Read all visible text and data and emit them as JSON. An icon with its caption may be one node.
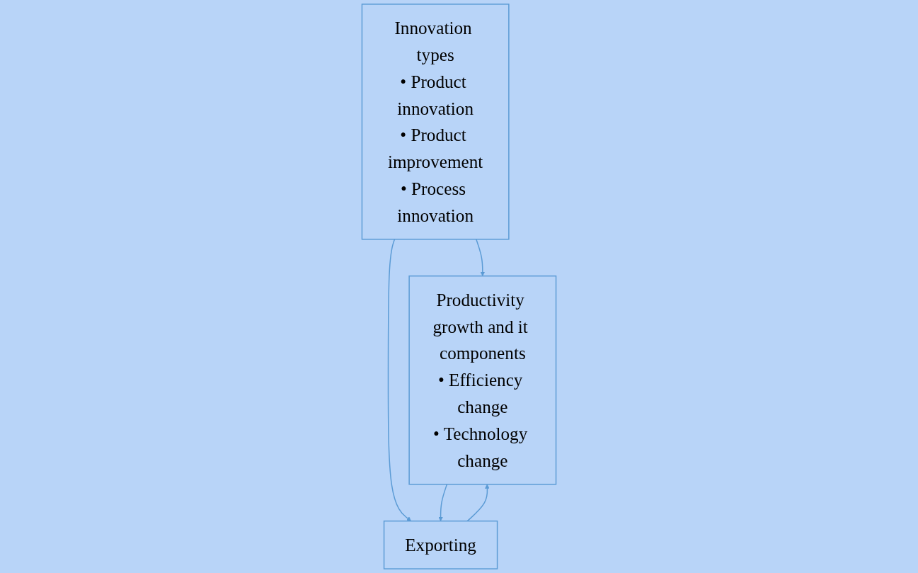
{
  "diagram": {
    "nodes": [
      {
        "text": [
          "Innovation types",
          "• Product innovation",
          "• Product improvement",
          "• Process innovation"
        ]
      },
      {
        "text": [
          "Exporting"
        ]
      },
      {
        "text": [
          "Productivity growth and it components",
          "• Efficiency change",
          "• Technology change"
        ]
      }
    ],
    "edges": [
      {
        "from": 0,
        "to": 2,
        "arrow": "to"
      },
      {
        "from": 0,
        "to": 1,
        "arrow": "to"
      },
      {
        "from": 1,
        "to": 2,
        "arrow": "to"
      },
      {
        "from": 2,
        "to": 1,
        "arrow": "to"
      }
    ]
  }
}
